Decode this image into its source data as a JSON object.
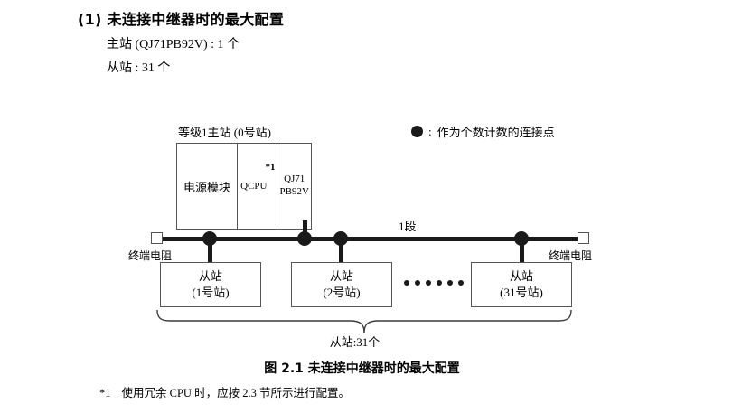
{
  "header": {
    "title": "(1) 未连接中继器时的最大配置",
    "line1": "主站 (QJ71PB92V) : 1 个",
    "line2": "从站 : 31 个"
  },
  "legend": {
    "icon": "filled-circle-icon",
    "colon": ":",
    "text": "作为个数计数的连接点"
  },
  "diagram": {
    "master_caption": "等级1主站 (0号站)",
    "rack": {
      "power_module": "电源模块",
      "cpu_module": "QCPU",
      "cpu_footnote_mark": "*1",
      "network_module_line1": "QJ71",
      "network_module_line2": "PB92V"
    },
    "segment_label": "1段",
    "terminator_left": "终端电阻",
    "terminator_right": "终端电阻",
    "slaves": [
      {
        "name": "从站",
        "station": "(1号站)"
      },
      {
        "name": "从站",
        "station": "(2号站)"
      },
      {
        "name": "从站",
        "station": "(31号站)"
      }
    ],
    "ellipsis_dots": 6,
    "brace_label": "从站:31个"
  },
  "figure_caption": "图 2.1  未连接中继器时的最大配置",
  "footnote": {
    "mark": "*1",
    "text": "使用冗余 CPU 时，应按 2.3 节所示进行配置。"
  },
  "colors": {
    "ink": "#1a1a1a",
    "box_border": "#555555",
    "page_background": "#ffffff"
  }
}
